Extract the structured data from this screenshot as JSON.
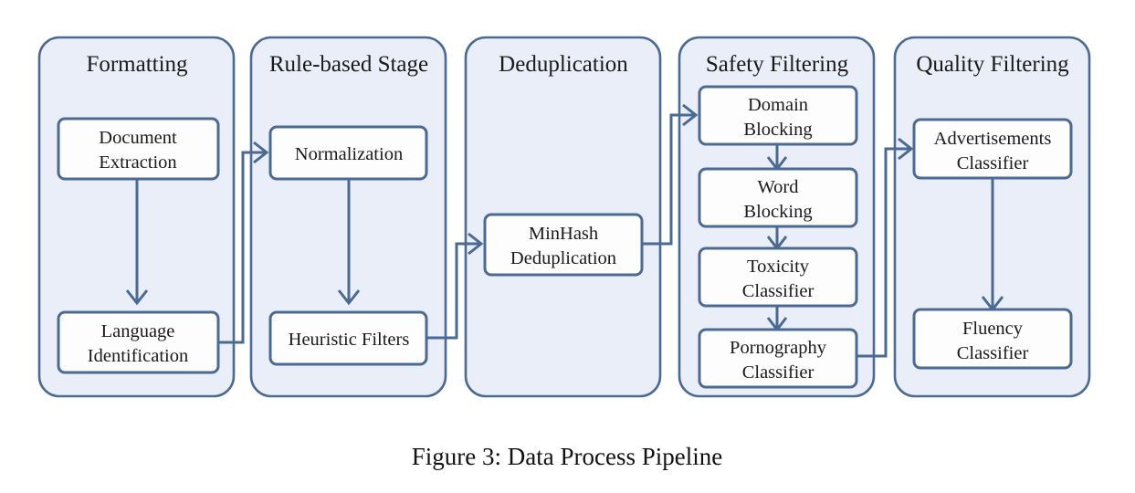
{
  "figure": {
    "caption": "Figure 3: Data Process Pipeline",
    "colors": {
      "panel_fill": "#eaeef8",
      "panel_border": "#4a6a94",
      "node_fill": "#fdfdfe",
      "node_border": "#4a6a94",
      "connector": "#4a6a94",
      "text": "#1a1a1a",
      "background": "#ffffff"
    }
  },
  "stages": [
    {
      "id": "formatting",
      "title": "Formatting",
      "nodes": [
        {
          "id": "document-extraction",
          "line1": "Document",
          "line2": "Extraction"
        },
        {
          "id": "language-identification",
          "line1": "Language",
          "line2": "Identification"
        }
      ]
    },
    {
      "id": "rule-based-stage",
      "title": "Rule-based Stage",
      "nodes": [
        {
          "id": "normalization",
          "line1": "Normalization",
          "line2": ""
        },
        {
          "id": "heuristic-filters",
          "line1": "Heuristic Filters",
          "line2": ""
        }
      ]
    },
    {
      "id": "deduplication",
      "title": "Deduplication",
      "nodes": [
        {
          "id": "minhash-deduplication",
          "line1": "MinHash",
          "line2": "Deduplication"
        }
      ]
    },
    {
      "id": "safety-filtering",
      "title": "Safety Filtering",
      "nodes": [
        {
          "id": "domain-blocking",
          "line1": "Domain",
          "line2": "Blocking"
        },
        {
          "id": "word-blocking",
          "line1": "Word",
          "line2": "Blocking"
        },
        {
          "id": "toxicity-classifier",
          "line1": "Toxicity",
          "line2": "Classifier"
        },
        {
          "id": "pornography-classifier",
          "line1": "Pornography",
          "line2": "Classifier"
        }
      ]
    },
    {
      "id": "quality-filtering",
      "title": "Quality Filtering",
      "nodes": [
        {
          "id": "advertisements-classifier",
          "line1": "Advertisements",
          "line2": "Classifier"
        },
        {
          "id": "fluency-classifier",
          "line1": "Fluency",
          "line2": "Classifier"
        }
      ]
    }
  ],
  "flow": [
    {
      "from": "document-extraction",
      "to": "language-identification",
      "kind": "vertical-arrow"
    },
    {
      "from": "language-identification",
      "to": "normalization",
      "kind": "elbow-arrow"
    },
    {
      "from": "normalization",
      "to": "heuristic-filters",
      "kind": "vertical-arrow"
    },
    {
      "from": "heuristic-filters",
      "to": "minhash-deduplication",
      "kind": "elbow-arrow"
    },
    {
      "from": "minhash-deduplication",
      "to": "domain-blocking",
      "kind": "elbow-arrow"
    },
    {
      "from": "domain-blocking",
      "to": "word-blocking",
      "kind": "vertical-arrow"
    },
    {
      "from": "word-blocking",
      "to": "toxicity-classifier",
      "kind": "vertical-arrow"
    },
    {
      "from": "toxicity-classifier",
      "to": "pornography-classifier",
      "kind": "vertical-arrow"
    },
    {
      "from": "pornography-classifier",
      "to": "advertisements-classifier",
      "kind": "elbow-arrow"
    },
    {
      "from": "advertisements-classifier",
      "to": "fluency-classifier",
      "kind": "vertical-arrow"
    }
  ]
}
